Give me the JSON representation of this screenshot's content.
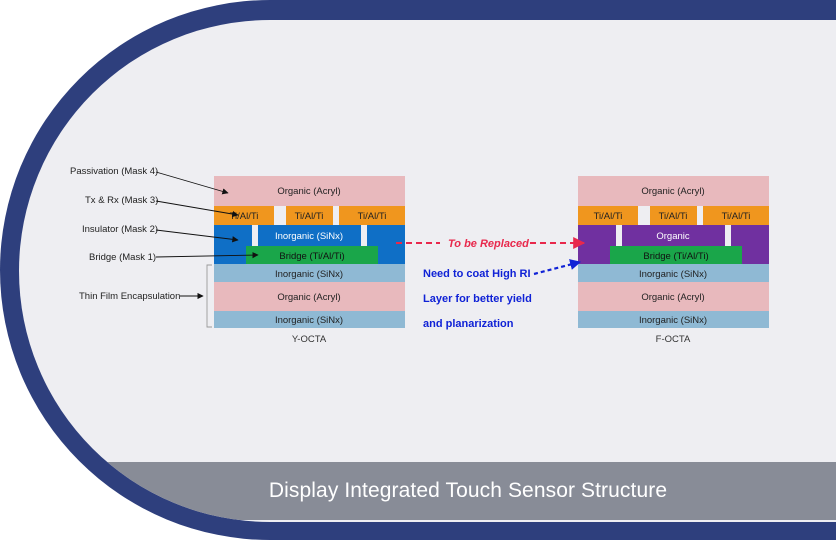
{
  "caption": "Display Integrated Touch Sensor Structure",
  "left_stack": {
    "title": "Y-OCTA",
    "layers": {
      "organic_top": "Organic (Acryl)",
      "metal_1": "Ti/Al/Ti",
      "metal_2": "Ti/Al/Ti",
      "metal_3": "Ti/Al/Ti",
      "insulator": "Inorganic (SiNx)",
      "bridge": "Bridge (Ti/Al/Ti)",
      "tfe_inorganic_1": "Inorganic (SiNx)",
      "tfe_organic": "Organic (Acryl)",
      "tfe_inorganic_2": "Inorganic (SiNx)"
    }
  },
  "right_stack": {
    "title": "F-OCTA",
    "layers": {
      "organic_top": "Organic (Acryl)",
      "metal_1": "Ti/Al/Ti",
      "metal_2": "Ti/Al/Ti",
      "metal_3": "Ti/Al/Ti",
      "insulator": "Organic",
      "bridge": "Bridge (Ti/Al/Ti)",
      "tfe_inorganic_1": "Inorganic (SiNx)",
      "tfe_organic": "Organic (Acryl)",
      "tfe_inorganic_2": "Inorganic (SiNx)"
    }
  },
  "labels": {
    "passivation": "Passivation (Mask 4)",
    "tx_rx": "Tx & Rx (Mask 3)",
    "insulator": "Insulator (Mask 2)",
    "bridge": "Bridge (Mask 1)",
    "tfe": "Thin Film Encapsulation"
  },
  "replace_note": "To be Replaced",
  "coat_note": {
    "line1": "Need to coat High RI",
    "line2": "Layer for better yield",
    "line3": "and planarization"
  },
  "colors": {
    "frame_navy": "#2e3f7d",
    "panel_bg": "#eeeef2",
    "caption_bar": "#888c97",
    "organic_pink": "#e8b9bd",
    "metal_orange": "#f0961e",
    "insulator_blue": "#0f6fc6",
    "bridge_green": "#1aa64a",
    "inorganic_lightblue": "#8fb9d4",
    "organic_purple": "#7030a0",
    "replace_red": "#e8284c",
    "note_blue": "#1022d6"
  }
}
